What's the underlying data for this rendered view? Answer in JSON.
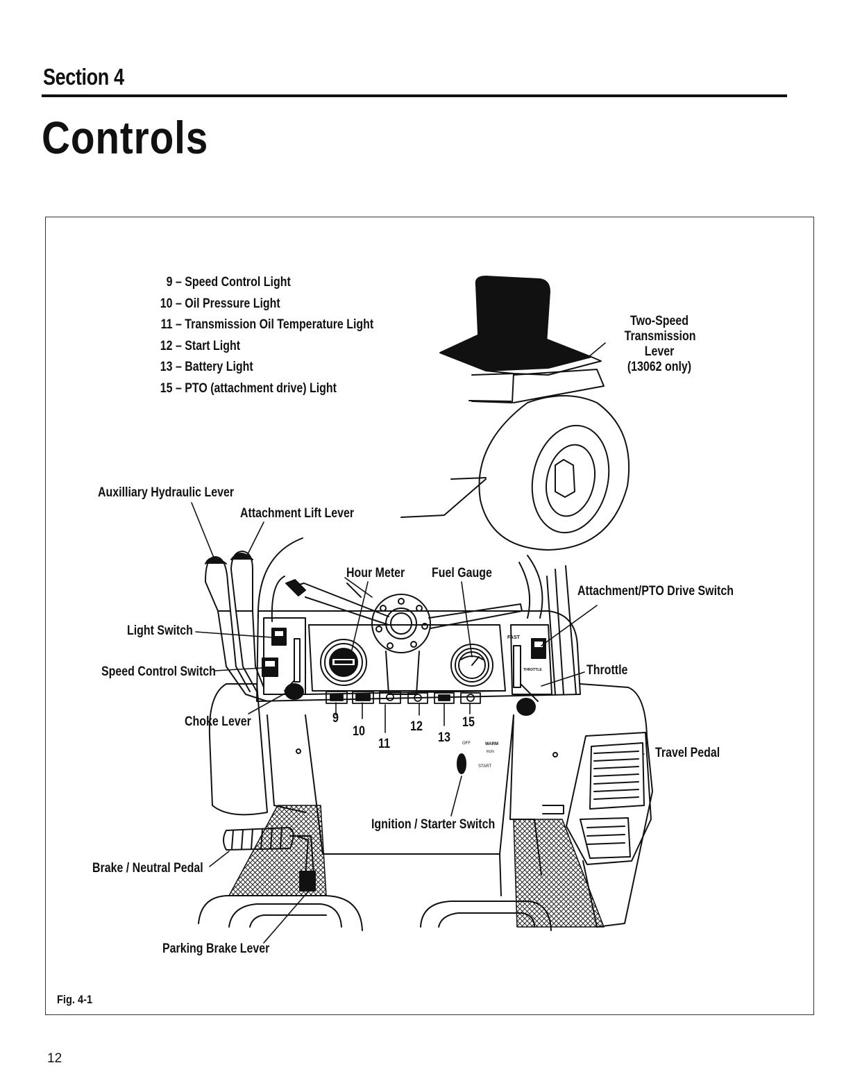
{
  "header": {
    "section": "Section 4",
    "title": "Controls"
  },
  "legend": [
    {
      "num": "9",
      "label": "Speed Control Light"
    },
    {
      "num": "10",
      "label": "Oil Pressure Light"
    },
    {
      "num": "11",
      "label": "Transmission Oil Temperature Light"
    },
    {
      "num": "12",
      "label": "Start Light"
    },
    {
      "num": "13",
      "label": "Battery Light"
    },
    {
      "num": "15",
      "label": "PTO (attachment drive) Light"
    }
  ],
  "labels": {
    "two_speed_line1": "Two-Speed",
    "two_speed_line2": "Transmission",
    "two_speed_line3": "Lever",
    "two_speed_line4": "(13062 only)",
    "aux_hydraulic": "Auxilliary Hydraulic Lever",
    "attachment_lift": "Attachment Lift Lever",
    "hour_meter": "Hour Meter",
    "fuel_gauge": "Fuel Gauge",
    "pto_switch": "Attachment/PTO Drive Switch",
    "light_switch": "Light Switch",
    "speed_control_switch": "Speed Control Switch",
    "throttle": "Throttle",
    "choke_lever": "Choke Lever",
    "travel_pedal": "Travel Pedal",
    "ignition": "Ignition / Starter Switch",
    "brake_pedal": "Brake / Neutral Pedal",
    "parking_brake": "Parking Brake Lever"
  },
  "panel_text": {
    "fast": "FAST",
    "throttle_small": "THROTTLE",
    "off": "OFF",
    "warm": "WARM",
    "run": "RUN",
    "start": "START"
  },
  "callouts": {
    "n9": "9",
    "n10": "10",
    "n11": "11",
    "n12": "12",
    "n13": "13",
    "n15": "15"
  },
  "figure": {
    "caption": "Fig. 4-1"
  },
  "page": {
    "number": "12"
  }
}
